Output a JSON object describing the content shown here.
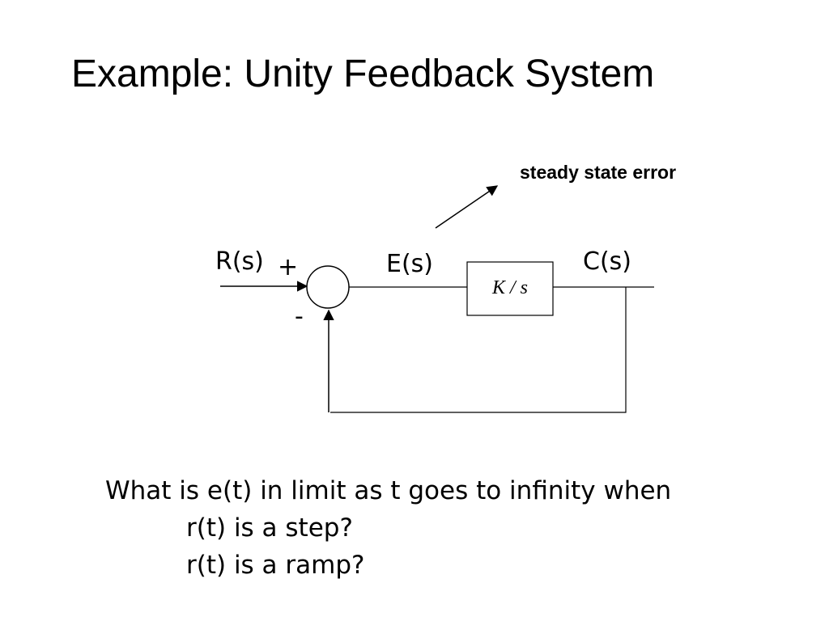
{
  "slide": {
    "title": "Example: Unity Feedback System"
  },
  "diagram": {
    "annotation": "steady state error",
    "input_label": "R(s)",
    "plus_sign": "+",
    "minus_sign": "-",
    "error_label": "E(s)",
    "block_transfer_function": "K / s",
    "output_label": "C(s)"
  },
  "question": {
    "prompt": "What is e(t) in limit as t goes to infinity when",
    "cases": [
      "r(t) is a step?",
      "r(t) is a ramp?"
    ]
  }
}
